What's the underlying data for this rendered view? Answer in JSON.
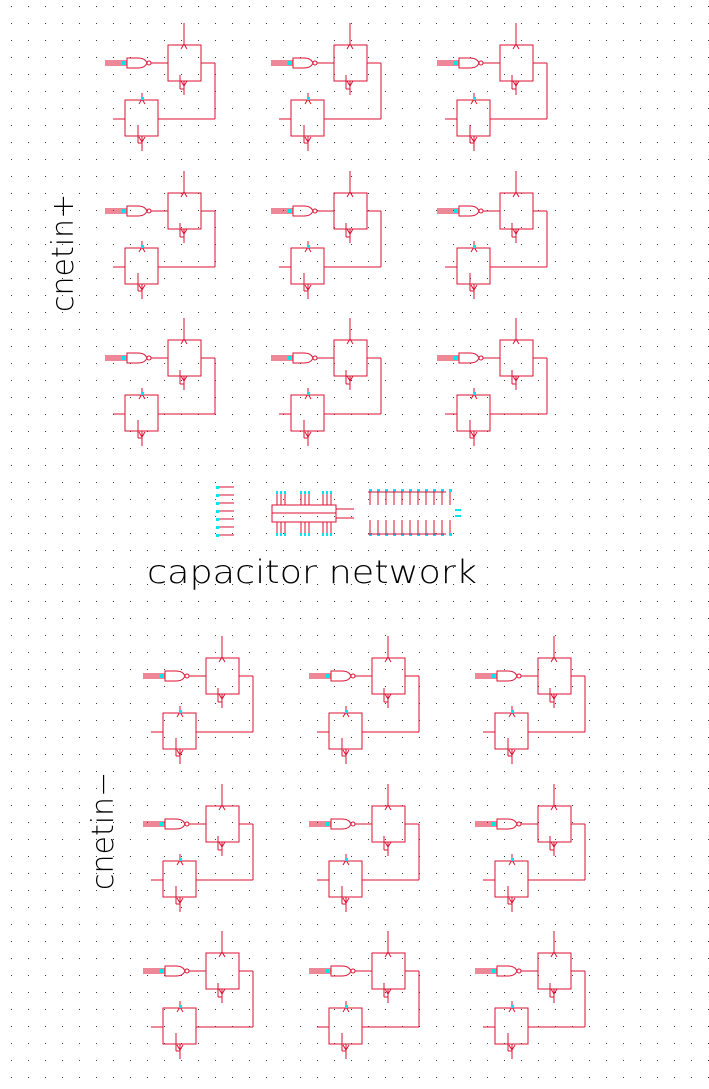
{
  "colors": {
    "background": "#ffffff",
    "grid_dot": "#3a3a3a",
    "wire": "#dd1133",
    "pin": "#00e5ee",
    "text": "#000000"
  },
  "labels": {
    "upper_group": "cnetin+",
    "middle": "capacitor network",
    "lower_group": "cnetin−"
  },
  "groups": [
    {
      "name": "cnetin-plus",
      "rows": 3,
      "cols": 3
    },
    {
      "name": "cnetin-minus",
      "rows": 3,
      "cols": 3
    }
  ]
}
